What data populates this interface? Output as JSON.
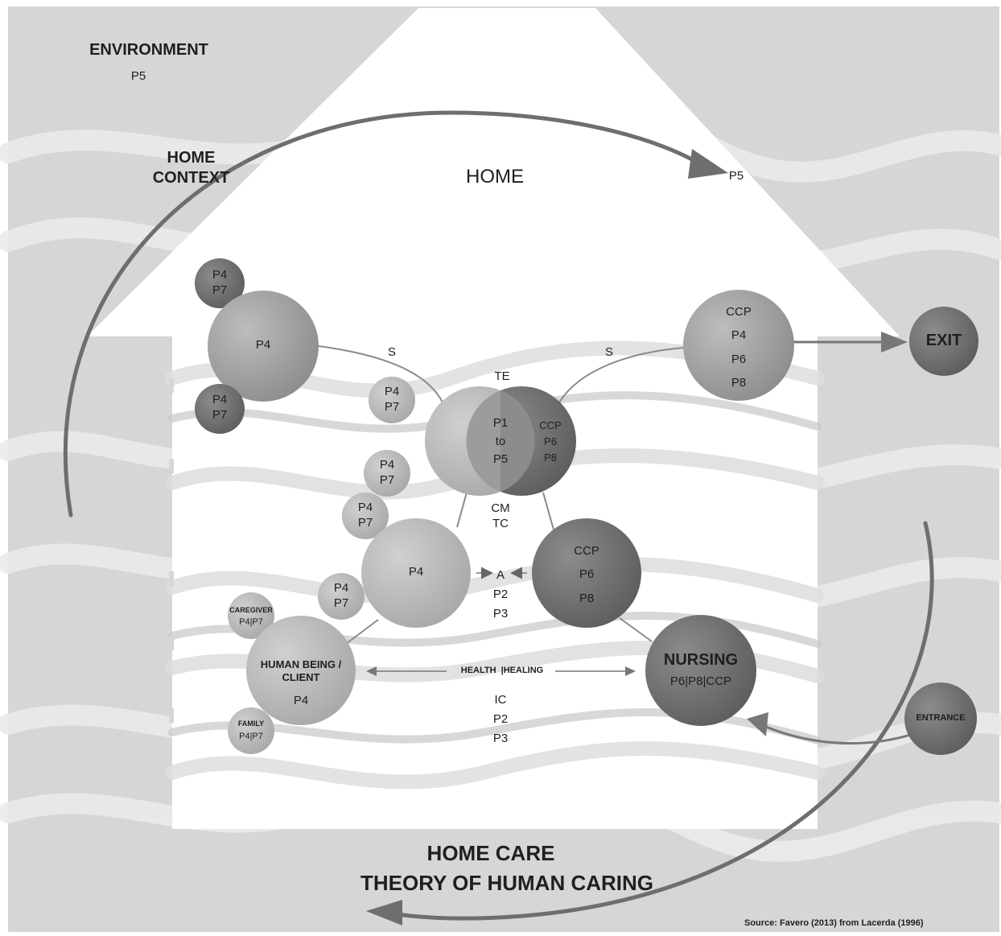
{
  "labels": {
    "environment": "ENVIRONMENT",
    "environment_p": "P5",
    "home_context": "HOME\nCONTEXT",
    "home": "HOME",
    "arc_p": "P5",
    "exit": "EXIT",
    "entrance": "ENTRANCE",
    "te": "TE",
    "s_left": "S",
    "s_right": "S",
    "cm_tc": "CM\nTC",
    "a_p2_p3": "A\nP2\nP3",
    "health_healing": "HEALTH  |HEALING",
    "ic_p2_p3": "IC\nP2\nP3",
    "footer_line1": "HOME CARE",
    "footer_line2": "THEORY OF HUMAN CARING",
    "source": "Source: Favero (2013) from Lacerda (1996)"
  },
  "circles": {
    "top_small_left": "P4\nP7",
    "p4_large_left": "P4",
    "mid_small_left": "P4\nP7",
    "small_a": "P4\nP7",
    "small_b": "P4\nP7",
    "small_c": "P4\nP7",
    "small_d": "P4\nP7",
    "center_left": "P1\nto\nP5",
    "center_right": "CCP\nP6\nP8",
    "right_top": "CCP\nP4\nP6\nP8",
    "p4_mid": "P4",
    "ccp_mid": "CCP\nP6\nP8",
    "caregiver_title": "CAREGIVER",
    "caregiver_p": "P4|P7",
    "human_being": "HUMAN BEING /\nCLIENT",
    "human_being_p": "P4",
    "family_title": "FAMILY",
    "family_p": "P4|P7",
    "nursing": "NURSING",
    "nursing_p": "P6|P8|CCP"
  },
  "colors": {
    "background": "#d6d6d6",
    "house": "#ffffff",
    "circle_light": "#b9b9b9",
    "circle_mid": "#a2a2a2",
    "circle_dark": "#7b7b7b",
    "circle_darker": "#6b6b6b",
    "text": "#1f1f1f"
  }
}
